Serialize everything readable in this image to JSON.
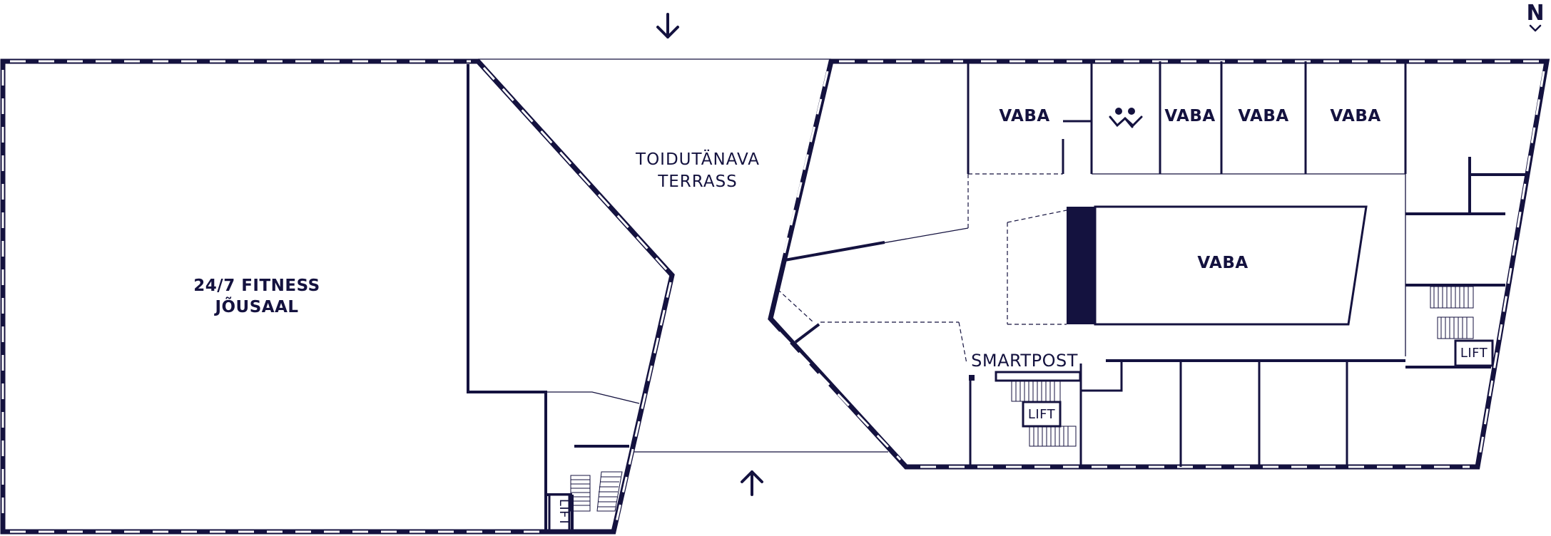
{
  "colors": {
    "ink": "#14123f",
    "glass": "#ffffff",
    "background": "#ffffff"
  },
  "compass": {
    "label": "N",
    "icon": "north-chevron-icon"
  },
  "rooms": {
    "fitness_line1": "24/7 FITNESS",
    "fitness_line2": "JÕUSAAL",
    "terrace_line1": "TOIDUTÄNAVA",
    "terrace_line2": "TERRASS",
    "vaba_1": "VABA",
    "vaba_2": "VABA",
    "vaba_3": "VABA",
    "vaba_4": "VABA",
    "vaba_center": "VABA",
    "smartpost": "SMARTPOST"
  },
  "lifts": {
    "left": "LIFT",
    "center": "LIFT",
    "right": "LIFT"
  },
  "icons": {
    "entrance_top": "arrow-down-icon",
    "entrance_bottom": "arrow-up-icon",
    "meeting": "people-handshake-icon"
  }
}
